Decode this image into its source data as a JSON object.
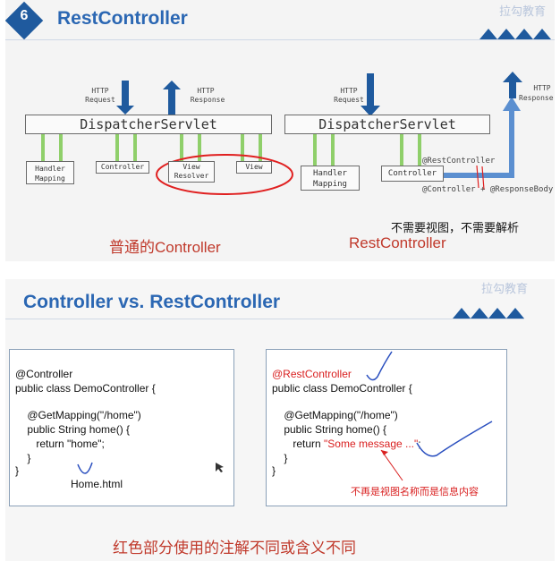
{
  "slide1": {
    "badge_number": "6",
    "title": "RestController",
    "logo_text": "拉勾教育",
    "left_diagram": {
      "request_label_1": "HTTP",
      "request_label_2": "Request",
      "response_label_1": "HTTP",
      "response_label_2": "Response",
      "servlet": "DispatcherServlet",
      "boxes": [
        "Handler\nMapping",
        "Controller",
        "View\nResolver",
        "View"
      ],
      "caption": "普通的Controller"
    },
    "right_diagram": {
      "request_label_1": "HTTP",
      "request_label_2": "Request",
      "response_label_1": "HTTP",
      "response_label_2": "Response",
      "servlet": "DispatcherServlet",
      "boxes": [
        "Handler\nMapping",
        "Controller"
      ],
      "annotation_top": "@RestController",
      "annotation_bottom": "@Controller + @ResponseBody",
      "caption": "RestController",
      "note": "不需要视图，不需要解析"
    },
    "colors": {
      "arrow_blue": "#1f5a9e",
      "arrow_green": "#8fcf6a",
      "highlight_red": "#e02020",
      "path_blue": "#5b8fd0"
    }
  },
  "slide2": {
    "title": "Controller vs. RestController",
    "logo_text": "拉勾教育",
    "left_code": [
      "@Controller",
      "public class DemoController {",
      "",
      "    @GetMapping(\"/home\")",
      "    public String home() {",
      "       return \"home\";",
      "    }",
      "}"
    ],
    "left_handwritten": "Home.html",
    "right_code": {
      "annotation": "@RestController",
      "class_line": "public class DemoController {",
      "mapping": "    @GetMapping(\"/home\")",
      "method": "    public String home() {",
      "return_prefix": "       return ",
      "return_value": "\"Some message ...\"",
      "return_suffix": ";",
      "close_method": "    }",
      "close_class": "}"
    },
    "right_note": "不再是视图名称而是信息内容",
    "caption": "红色部分使用的注解不同或含义不同"
  }
}
